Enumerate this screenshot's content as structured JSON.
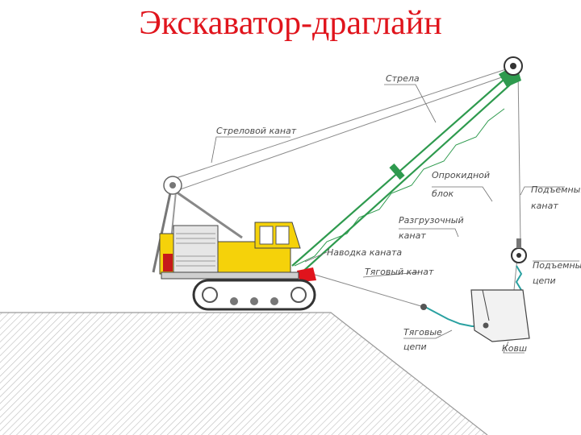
{
  "title": "Экскаватор-драглайн",
  "labels": {
    "boom": "Стрела",
    "boom_rope": "Стреловой канат",
    "dump_block": [
      "Опрокидной",
      "блок"
    ],
    "hoist_rope": [
      "Подъемный",
      "канат"
    ],
    "dump_rope": [
      "Разгрузочный",
      "канат"
    ],
    "guide_rope": "Наводка каната",
    "drag_rope": "Тяговый канат",
    "hoist_chains": [
      "Подъемные",
      "цепи"
    ],
    "drag_chains": [
      "Тяговые",
      "цепи"
    ],
    "bucket": "Ковш"
  },
  "colors": {
    "title": "#e0141c",
    "boom": "#2e9a4e",
    "body": "#f5d20a",
    "ground_hatch": "#bdbdbd",
    "bucket_grip": "#e0141c"
  }
}
